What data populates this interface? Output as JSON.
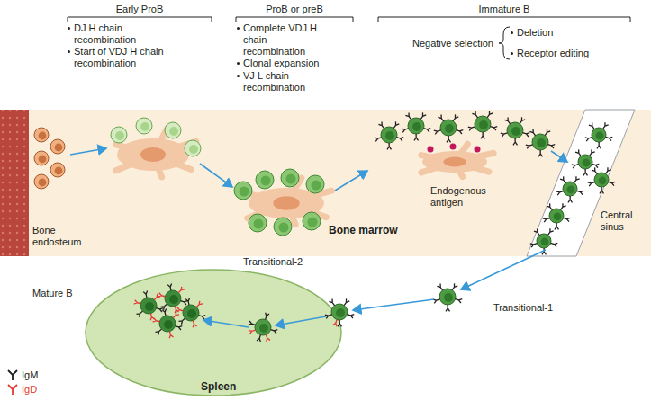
{
  "diagram": {
    "nodes": [
      {
        "text": [
          "Bone marrow"
        ]
      },
      {
        "text": [
          "Spleen"
        ]
      }
    ],
    "labels": [
      "Early ProB",
      "DJ H chain recombination",
      "Start of VDJ H chain recombination",
      "ProB or preB",
      "Complete VDJ H chain recombination",
      "Clonal expansion",
      "VJ L chain recombination",
      "Immature B",
      "Negative selection",
      "Deletion",
      "Receptor editing",
      "Bone endosteum",
      "Endogenous antigen",
      "Central sinus",
      "Transitional-1",
      "Transitional-2",
      "Mature B"
    ],
    "legend": [
      {
        "text": "IgM"
      },
      {
        "text": "IgD"
      }
    ]
  }
}
